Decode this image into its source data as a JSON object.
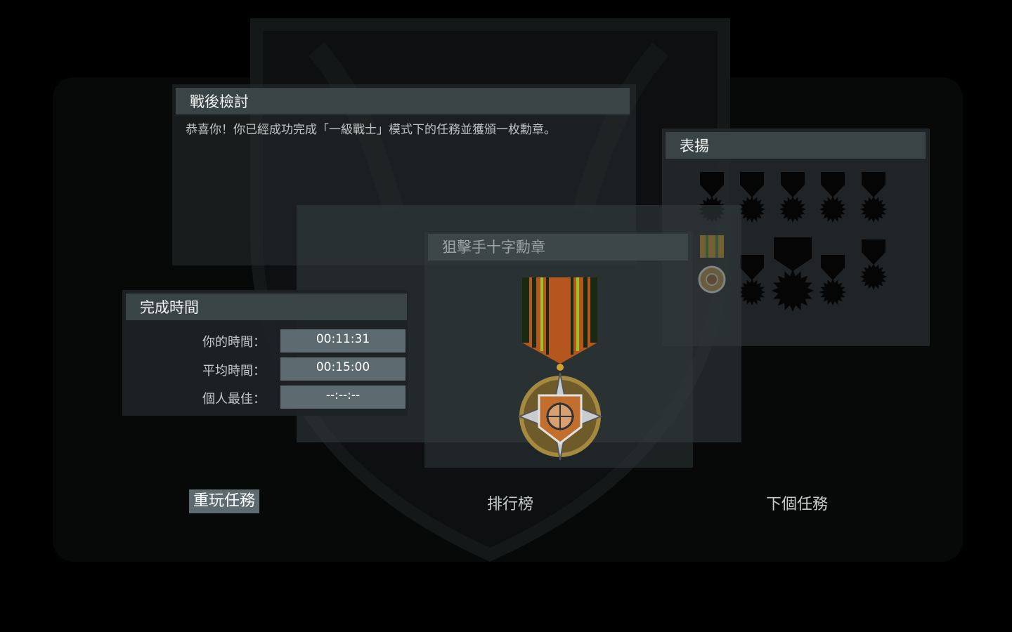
{
  "debrief": {
    "title": "戰後檢討",
    "message": "恭喜你！你已經成功完成「一級戰士」模式下的任務並獲頒一枚勳章。"
  },
  "commendations": {
    "title": "表揚",
    "earned_index": 5,
    "medal_count": 10
  },
  "medal_award": {
    "name": "狙擊手十字勳章"
  },
  "completion_time": {
    "title": "完成時間",
    "rows": [
      {
        "label": "你的時間：",
        "value": "00:11:31"
      },
      {
        "label": "平均時間：",
        "value": "00:15:00"
      },
      {
        "label": "個人最佳：",
        "value": "--:--:--"
      }
    ]
  },
  "buttons": {
    "replay": "重玩任務",
    "leaderboard": "排行榜",
    "next": "下個任務"
  },
  "colors": {
    "selected_button": "#5d6b70",
    "header": "#3a4346"
  }
}
